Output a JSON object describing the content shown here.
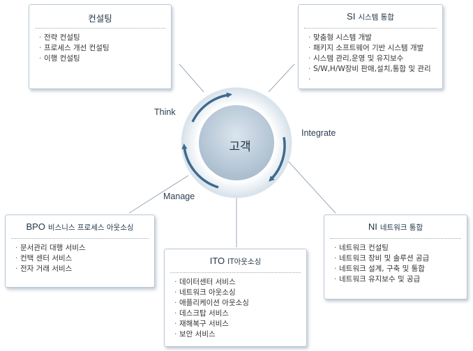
{
  "center": {
    "label": "고객",
    "cycle": [
      "Think",
      "Integrate",
      "Manage"
    ]
  },
  "boxes": {
    "consulting": {
      "title": "컨설팅",
      "items": [
        "전략 컨설팅",
        "프로세스 개선 컨설팅",
        "이행 컨설팅"
      ]
    },
    "si": {
      "title_main": "SI",
      "title_sub": "시스템 통합",
      "items": [
        "맞춤형 시스템 개발",
        "패키지 소프트웨어 기반 시스템 개발",
        "시스템 관리,운영 및 유지보수",
        "S/W,H/W장비 판매,설치,통합 및 관리",
        ""
      ]
    },
    "bpo": {
      "title_main": "BPO",
      "title_sub": "비스니스 프로세스 아웃소싱",
      "items": [
        "문서관리 대행 서비스",
        "컨택 센터 서비스",
        "전자 거래 서비스"
      ]
    },
    "ito": {
      "title_main": "ITO",
      "title_sub": "IT아웃소싱",
      "items": [
        "데이터센터 서비스",
        "네트워크 아웃소싱",
        "애플리케이션 아웃소싱",
        "데스크탑 서비스",
        "재해복구 서비스",
        "보안 서비스"
      ]
    },
    "ni": {
      "title_main": "NI",
      "title_sub": "네트워크 통합",
      "items": [
        "네트워크 컨설팅",
        "네트워크 장비 및 솔루션 공급",
        "네트워크 설계, 구축 및 통합",
        "네트워크 유지보수 및 공급"
      ]
    }
  },
  "colors": {
    "arrow": "#3f6a8e",
    "ring": "#cfdbe6",
    "core": "#b9cad8",
    "border": "#b9c8d6"
  }
}
